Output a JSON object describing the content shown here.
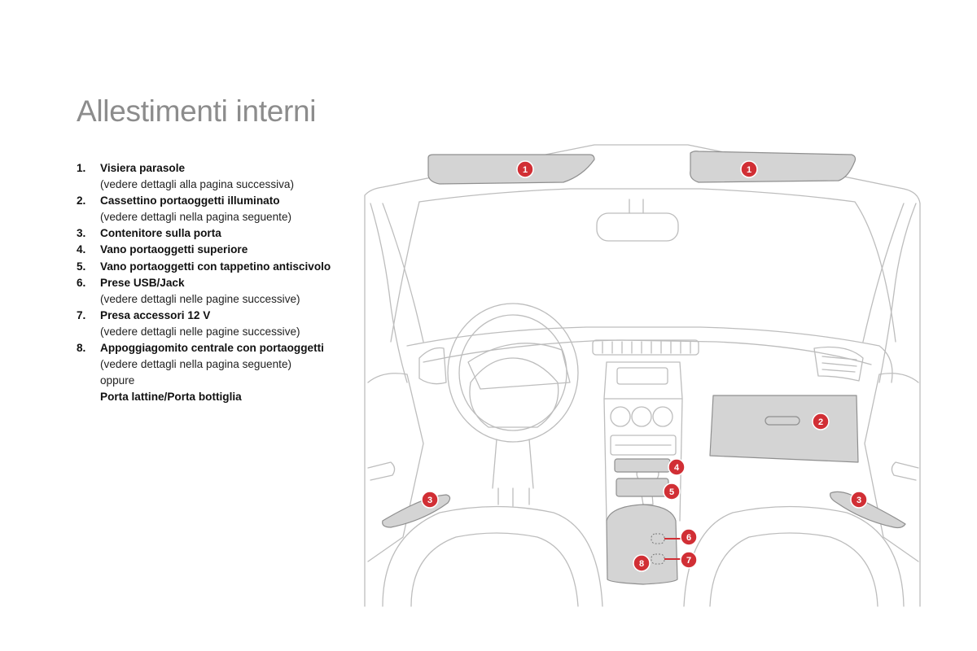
{
  "page": {
    "title": "Allestimenti interni"
  },
  "legend": [
    {
      "num": "1.",
      "name": "Visiera parasole",
      "note": "(vedere dettagli alla pagina successiva)"
    },
    {
      "num": "2.",
      "name": "Cassettino portaoggetti illuminato",
      "note": "(vedere dettagli nella pagina seguente)"
    },
    {
      "num": "3.",
      "name": "Contenitore sulla porta"
    },
    {
      "num": "4.",
      "name": "Vano portaoggetti superiore"
    },
    {
      "num": "5.",
      "name": "Vano portaoggetti con tappetino antiscivolo"
    },
    {
      "num": "6.",
      "name": "Prese USB/Jack",
      "note": "(vedere dettagli nelle pagine successive)"
    },
    {
      "num": "7.",
      "name": "Presa accessori 12 V",
      "note": "(vedere dettagli nelle pagine successive)"
    },
    {
      "num": "8.",
      "name": "Appoggiagomito centrale con portaoggetti",
      "note": "(vedere dettagli nella pagina seguente)",
      "note2": "oppure",
      "alt": "Porta lattine/Porta bottiglia"
    }
  ],
  "markers": {
    "sunvisor_left": "1",
    "sunvisor_right": "1",
    "glovebox": "2",
    "door_left": "3",
    "door_right": "3",
    "upper_tray": "4",
    "mat_tray": "5",
    "usb_jack": "6",
    "socket_12v": "7",
    "armrest": "8"
  },
  "colors": {
    "marker": "#d12f35",
    "highlight": "#d4d4d4",
    "line": "#b5b5b5",
    "title": "#8c8c8c"
  },
  "icons": {
    "steering_logo": "ds-logo-icon"
  }
}
